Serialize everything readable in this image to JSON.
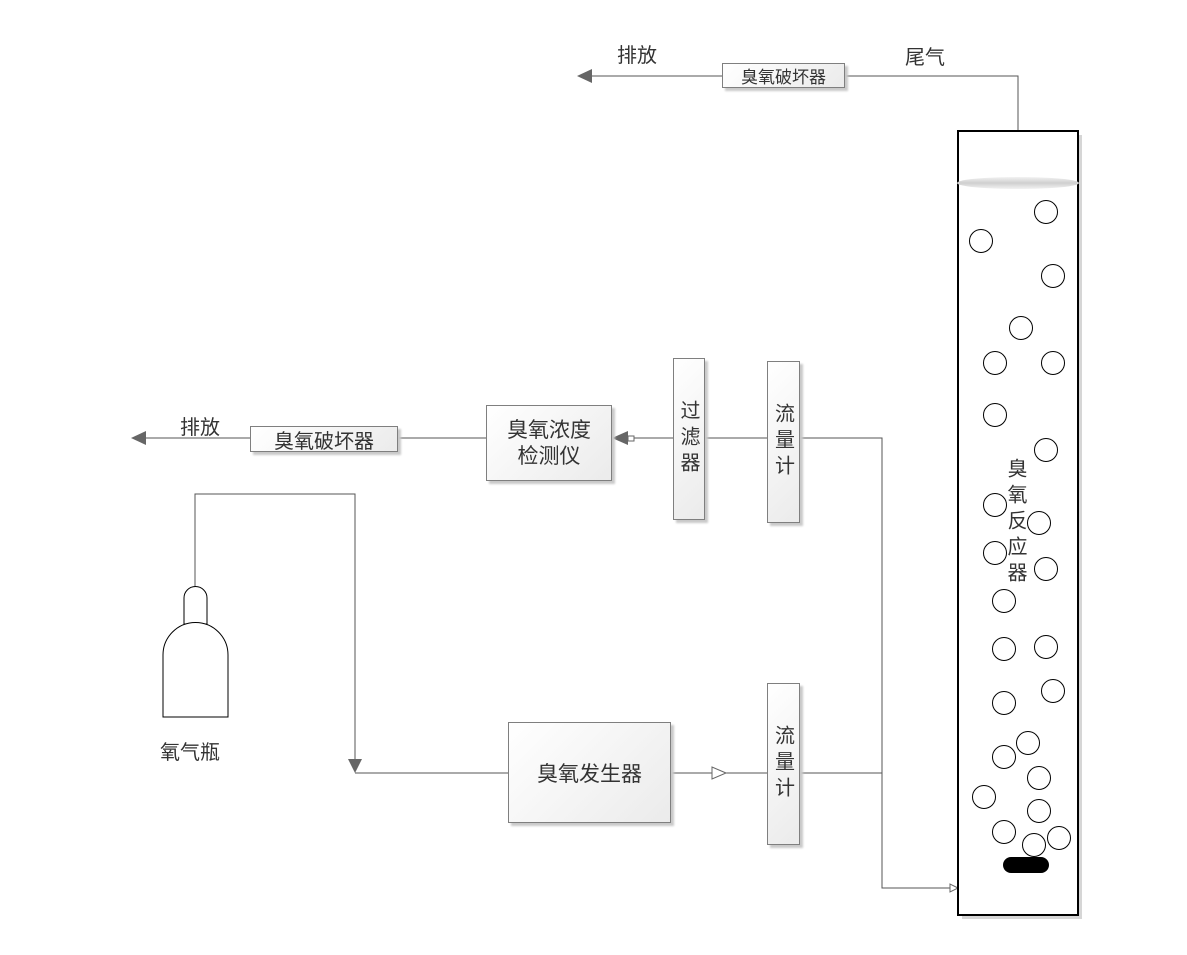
{
  "top": {
    "discharge_label": "排放",
    "destroyer_label": "臭氧破坏器",
    "tail_gas_label": "尾气"
  },
  "middle": {
    "discharge_label": "排放",
    "destroyer_label": "臭氧破坏器",
    "detector_lines": [
      "臭氧浓度",
      "检测仪"
    ],
    "filter_label": "过滤器",
    "flowmeter_label": "流量计"
  },
  "bottom": {
    "cylinder_label": "氧气瓶",
    "generator_label": "臭氧发生器",
    "flowmeter_label": "流量计"
  },
  "reactor": {
    "label": "臭氧反应器"
  }
}
